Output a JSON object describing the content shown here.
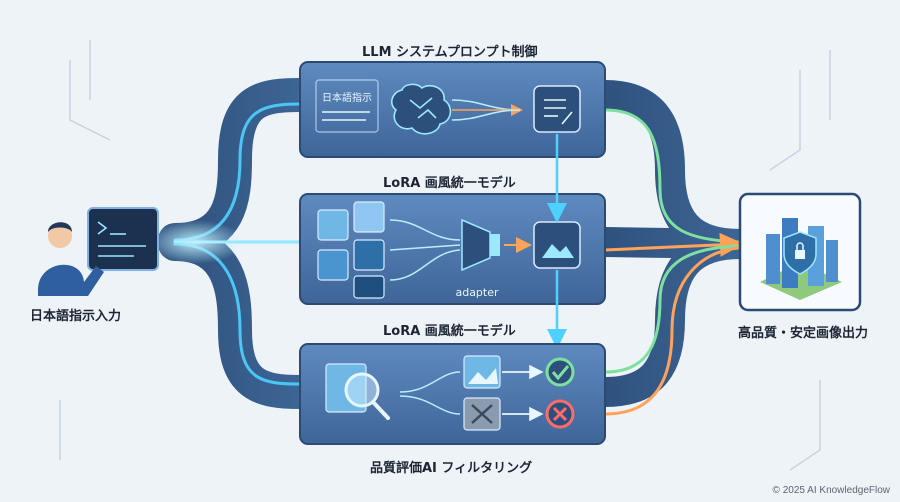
{
  "stages": {
    "prompt": {
      "title": "LLM システムプロンプト制御",
      "input_text": "日本語指示"
    },
    "lora_top": {
      "title": "LoRA 画風統一モデル"
    },
    "lora_mid": {
      "title": "LoRA 画風統一モデル",
      "adapter_label": "adapter"
    },
    "filter": {
      "title": "品質評価AI フィルタリング"
    }
  },
  "input": {
    "label": "日本語指示入力"
  },
  "output": {
    "label": "高品質・安定画像出力"
  },
  "credit": "© 2025 AI KnowledgeFlow",
  "colors": {
    "panel": "#4a73a8",
    "track": "#3b5f8c",
    "cyan": "#4fd1ff",
    "green": "#7ee0a0",
    "orange": "#ffa25a",
    "red": "#ff6b6b"
  }
}
